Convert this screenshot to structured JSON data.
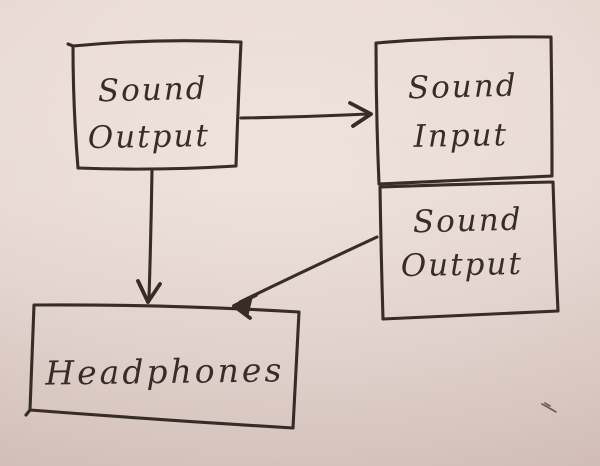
{
  "diagram": {
    "kind": "hand-drawn flow diagram on paper",
    "nodes": {
      "sound_output_left": {
        "line1": "Sound",
        "line2": "Output"
      },
      "sound_input": {
        "line1": "Sound",
        "line2": "Input"
      },
      "sound_output_right": {
        "line1": "Sound",
        "line2": "Output"
      },
      "headphones": {
        "label": "Headphones"
      }
    },
    "edges": [
      {
        "from": "sound-output-left",
        "to": "sound-input",
        "style": "arrow"
      },
      {
        "from": "sound-output-left",
        "to": "headphones",
        "style": "arrow"
      },
      {
        "from": "sound-output-right",
        "to": "headphones",
        "style": "arrow"
      }
    ],
    "colors": {
      "ink": "#382c28",
      "paper_center": "#efe2dd",
      "paper_edge": "#ccb8af"
    }
  }
}
